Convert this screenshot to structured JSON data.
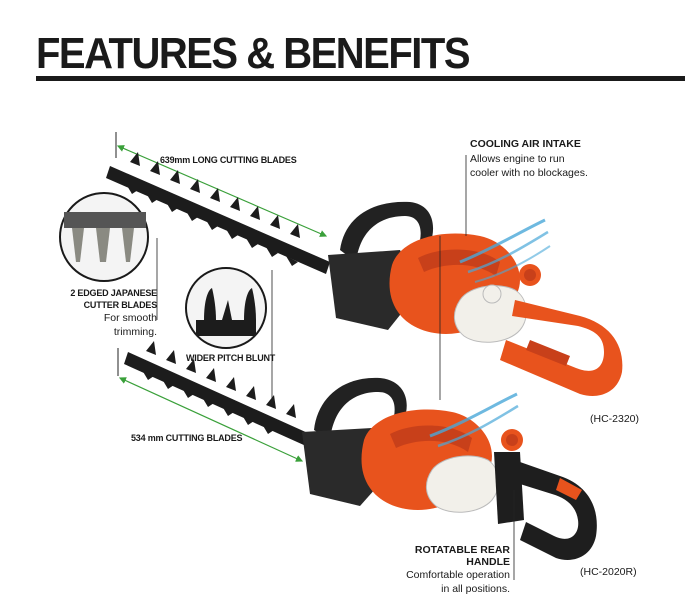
{
  "title": "FEATURES & BENEFITS",
  "labels": {
    "long_blades": "639mm LONG CUTTING BLADES",
    "short_blades": "534 mm CUTTING BLADES",
    "japanese_blades_title_1": "2 EDGED JAPANESE",
    "japanese_blades_title_2": "CUTTER BLADES",
    "japanese_blades_desc_1": "For smooth",
    "japanese_blades_desc_2": "trimming.",
    "wider_pitch": "WIDER PITCH BLUNT",
    "cooling_title": "COOLING AIR INTAKE",
    "cooling_desc_1": "Allows engine to run",
    "cooling_desc_2": "cooler with no blockages.",
    "rear_handle_title": "ROTATABLE REAR HANDLE",
    "rear_handle_desc_1": "Comfortable operation",
    "rear_handle_desc_2": "in all positions."
  },
  "models": {
    "top": "(HC-2320)",
    "bottom": "(HC-2020R)"
  },
  "colors": {
    "accent_orange": "#e8531d",
    "dimension_green": "#3aa03a",
    "air_blue": "#4aa8d8"
  }
}
